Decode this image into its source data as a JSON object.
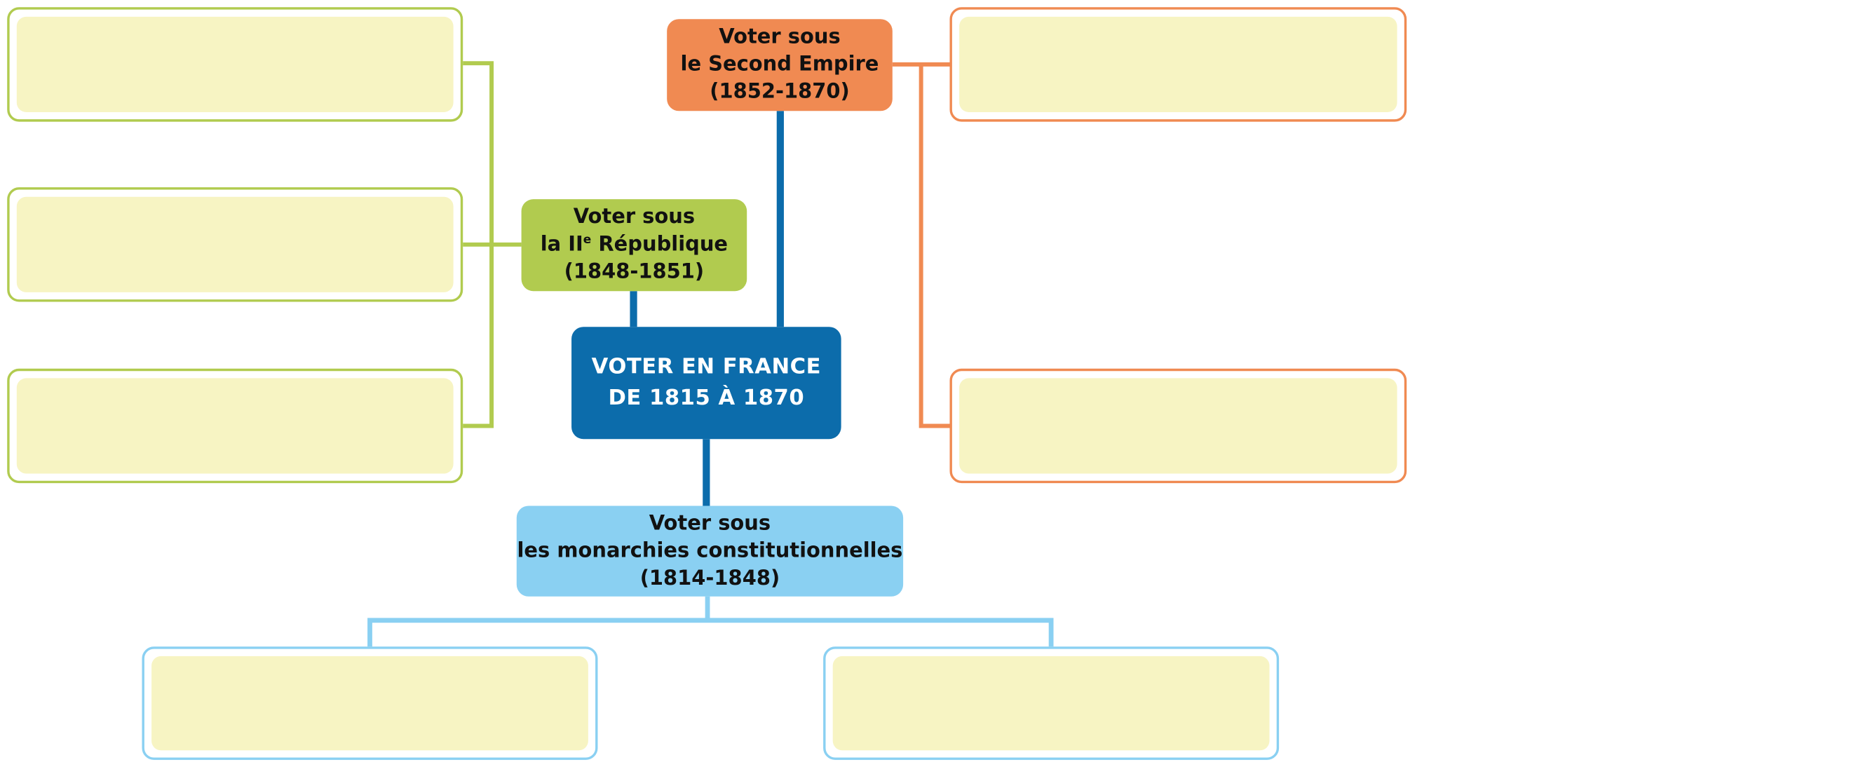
{
  "colors": {
    "center": "#0c6cab",
    "second_empire": "#f08a52",
    "second_republic": "#b1cb4f",
    "monarchies": "#8ad0f2",
    "answer_fill": "#f7f4c3"
  },
  "center": {
    "line1": "VOTER EN FRANCE",
    "line2": "DE 1815 À 1870"
  },
  "second_empire": {
    "line1": "Voter sous",
    "line2": "le Second Empire",
    "line3": "(1852-1870)"
  },
  "second_republic": {
    "line1": "Voter sous",
    "line2_pre": "la II",
    "line2_sup": "e",
    "line2_post": " République",
    "line3": "(1848-1851)"
  },
  "monarchies": {
    "line1": "Voter sous",
    "line2": "les monarchies constitutionnelles",
    "line3": "(1814-1848)"
  },
  "answer_boxes": {
    "second_republic": [
      "",
      "",
      ""
    ],
    "second_empire": [
      "",
      ""
    ],
    "monarchies": [
      "",
      ""
    ]
  }
}
